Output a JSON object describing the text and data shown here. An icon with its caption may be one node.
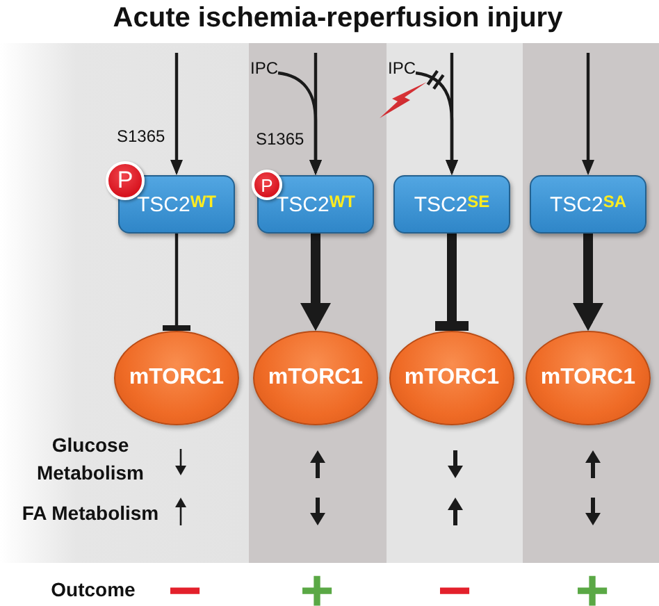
{
  "diagram": {
    "title": "Acute ischemia-reperfusion injury",
    "nodes": [
      {
        "text": [
          "IPC"
        ]
      },
      {
        "text": [
          "IPC"
        ]
      },
      {
        "text": [
          "P"
        ]
      },
      {
        "text": [
          "TSC2$^{WT}$"
        ]
      },
      {
        "text": [
          "P"
        ]
      },
      {
        "text": [
          "TSC2$^{WT}$"
        ]
      },
      {
        "text": [
          "TSC2$^{SE}$"
        ]
      },
      {
        "text": [
          "TSC2$^{SA}$"
        ]
      },
      {
        "text": [
          "mTORC1"
        ]
      },
      {
        "text": [
          "mTORC1"
        ]
      },
      {
        "text": [
          "mTORC1"
        ]
      },
      {
        "text": [
          "mTORC1"
        ]
      }
    ],
    "edges": [
      {
        "from": null,
        "to": 3,
        "arrow": "to",
        "label": "S1365"
      },
      {
        "from": null,
        "to": 5,
        "arrow": "to",
        "label": "S1365"
      },
      {
        "from": 0,
        "to": 5,
        "arrow": "to"
      },
      {
        "from": null,
        "to": 6,
        "arrow": "to"
      },
      {
        "from": 1,
        "to": 6,
        "arrow": "to"
      },
      {
        "from": null,
        "to": 7,
        "arrow": "to"
      },
      {
        "from": 3,
        "to": 8,
        "arrow": "other"
      },
      {
        "from": 5,
        "to": 9,
        "arrow": "to",
        "style": "thick"
      },
      {
        "from": 6,
        "to": 10,
        "arrow": "other",
        "style": "thick"
      },
      {
        "from": 7,
        "to": 11,
        "arrow": "to",
        "style": "thick"
      }
    ],
    "labels": [
      "Glucose Metabolism",
      "FA Metabolism",
      "Outcome",
      "−",
      "+",
      "−",
      "+"
    ]
  }
}
